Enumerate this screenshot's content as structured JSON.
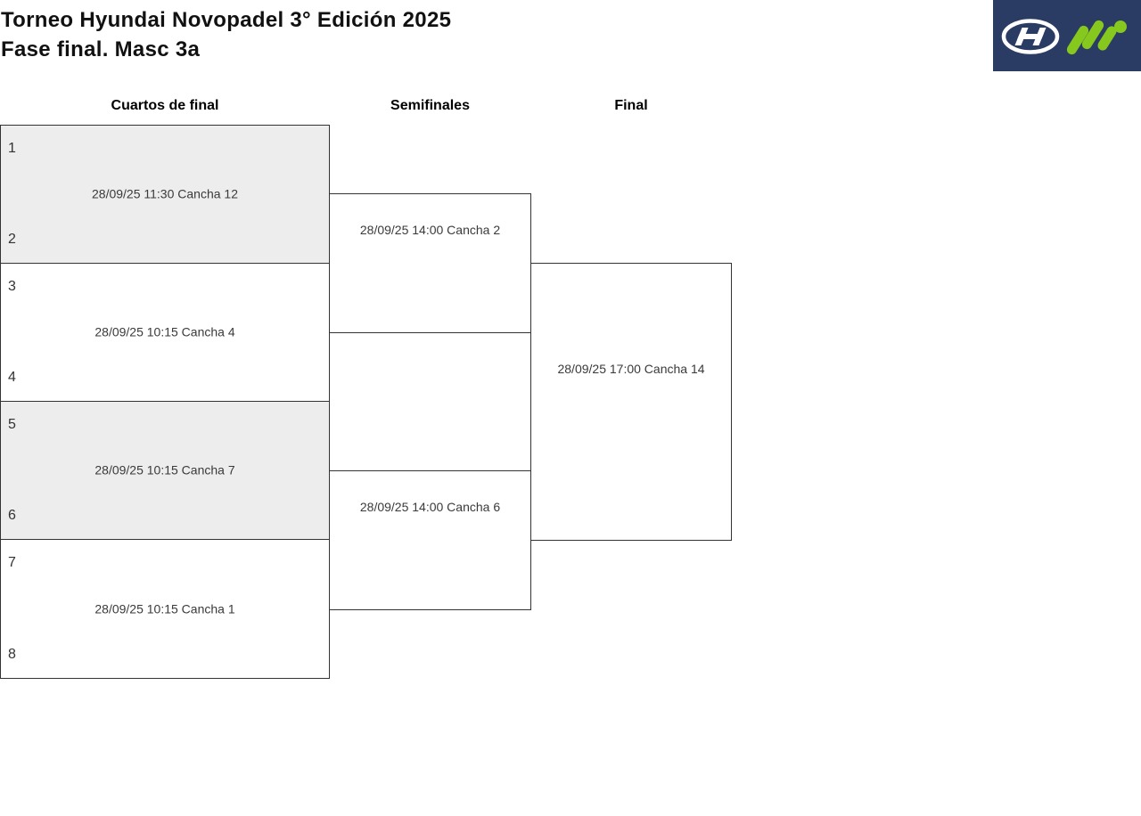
{
  "header": {
    "title_line1": "Torneo Hyundai Novopadel 3° Edición 2025",
    "title_line2": "Fase final. Masc 3a"
  },
  "logo": {
    "background_color": "#2a3b64",
    "hyundai_color": "#ffffff",
    "partner_color": "#86c81d"
  },
  "bracket": {
    "rounds": [
      {
        "title": "Cuartos de final",
        "matches": [
          {
            "seed_top": "1",
            "seed_bottom": "2",
            "schedule": "28/09/25 11:30 Cancha 12"
          },
          {
            "seed_top": "3",
            "seed_bottom": "4",
            "schedule": "28/09/25 10:15 Cancha 4"
          },
          {
            "seed_top": "5",
            "seed_bottom": "6",
            "schedule": "28/09/25 10:15 Cancha 7"
          },
          {
            "seed_top": "7",
            "seed_bottom": "8",
            "schedule": "28/09/25 10:15 Cancha 1"
          }
        ]
      },
      {
        "title": "Semifinales",
        "matches": [
          {
            "schedule": "28/09/25 14:00 Cancha 2"
          },
          {
            "schedule": "28/09/25 14:00 Cancha 6"
          }
        ]
      },
      {
        "title": "Final",
        "matches": [
          {
            "schedule": "28/09/25 17:00 Cancha 14"
          }
        ]
      }
    ]
  }
}
